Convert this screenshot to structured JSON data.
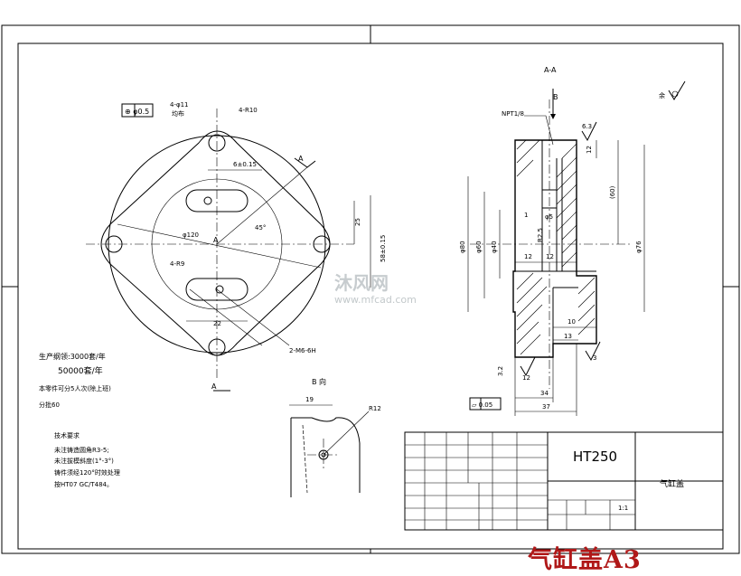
{
  "section_label": "A-A",
  "view_b_label": "B",
  "view_b_title": "B 向",
  "section_marker_a": "A",
  "center_label": "A",
  "dims_plan": {
    "holes": "4-φ11",
    "hole_note": "均布",
    "radius_corner": "4-R10",
    "slot_width": "6±0.15",
    "angle": "45°",
    "diameter": "φ120",
    "radius_slot": "4-R9",
    "slot_length": "22",
    "vertical_25": "25",
    "vertical_58": "58±0.15",
    "tapped": "2-M6-6H",
    "tol_box": "⊕ φ0.5"
  },
  "dims_section": {
    "thread": "NPT1/8",
    "rough_63": "6.3",
    "dim_12_top": "12",
    "dim_60_paren": "(60)",
    "dim_1": "1",
    "dim_5_phi": "φ5",
    "dim_r25": "R2.5",
    "phi80": "φ80",
    "phi60": "φ60",
    "phi40": "φ40",
    "phi76": "φ76",
    "dim_12a": "12",
    "dim_12b": "12",
    "dim_10": "10",
    "dim_13": "13",
    "dim_32": "3.2",
    "dim_12_bottom": "12",
    "dim_34": "34",
    "dim_37": "37",
    "flat_box": "▱ 0.05",
    "side_rough": "3"
  },
  "view_b_dims": {
    "dim_19": "19",
    "radius": "R12"
  },
  "notes": {
    "line1": "生产纲领:3000套/年",
    "line2": "50000套/年",
    "line3": "本零件可分5人次(除上班)",
    "line4": "分批60"
  },
  "tech_req": {
    "title": "技术要求",
    "item1": "未注铸造圆角R3-5;",
    "item2": "未注拔模斜度(1°-3°)",
    "item3": "铸件须经120°时效处理",
    "item4": "按HT07 GC/T484。"
  },
  "title_block": {
    "material": "HT250",
    "part_name": "气缸盖",
    "sheet_no": "1:1"
  },
  "stamp_text": "气缸盖A3",
  "watermark": {
    "main": "沐风网",
    "sub": "www.mfcad.com"
  },
  "rough_symbol": "余"
}
